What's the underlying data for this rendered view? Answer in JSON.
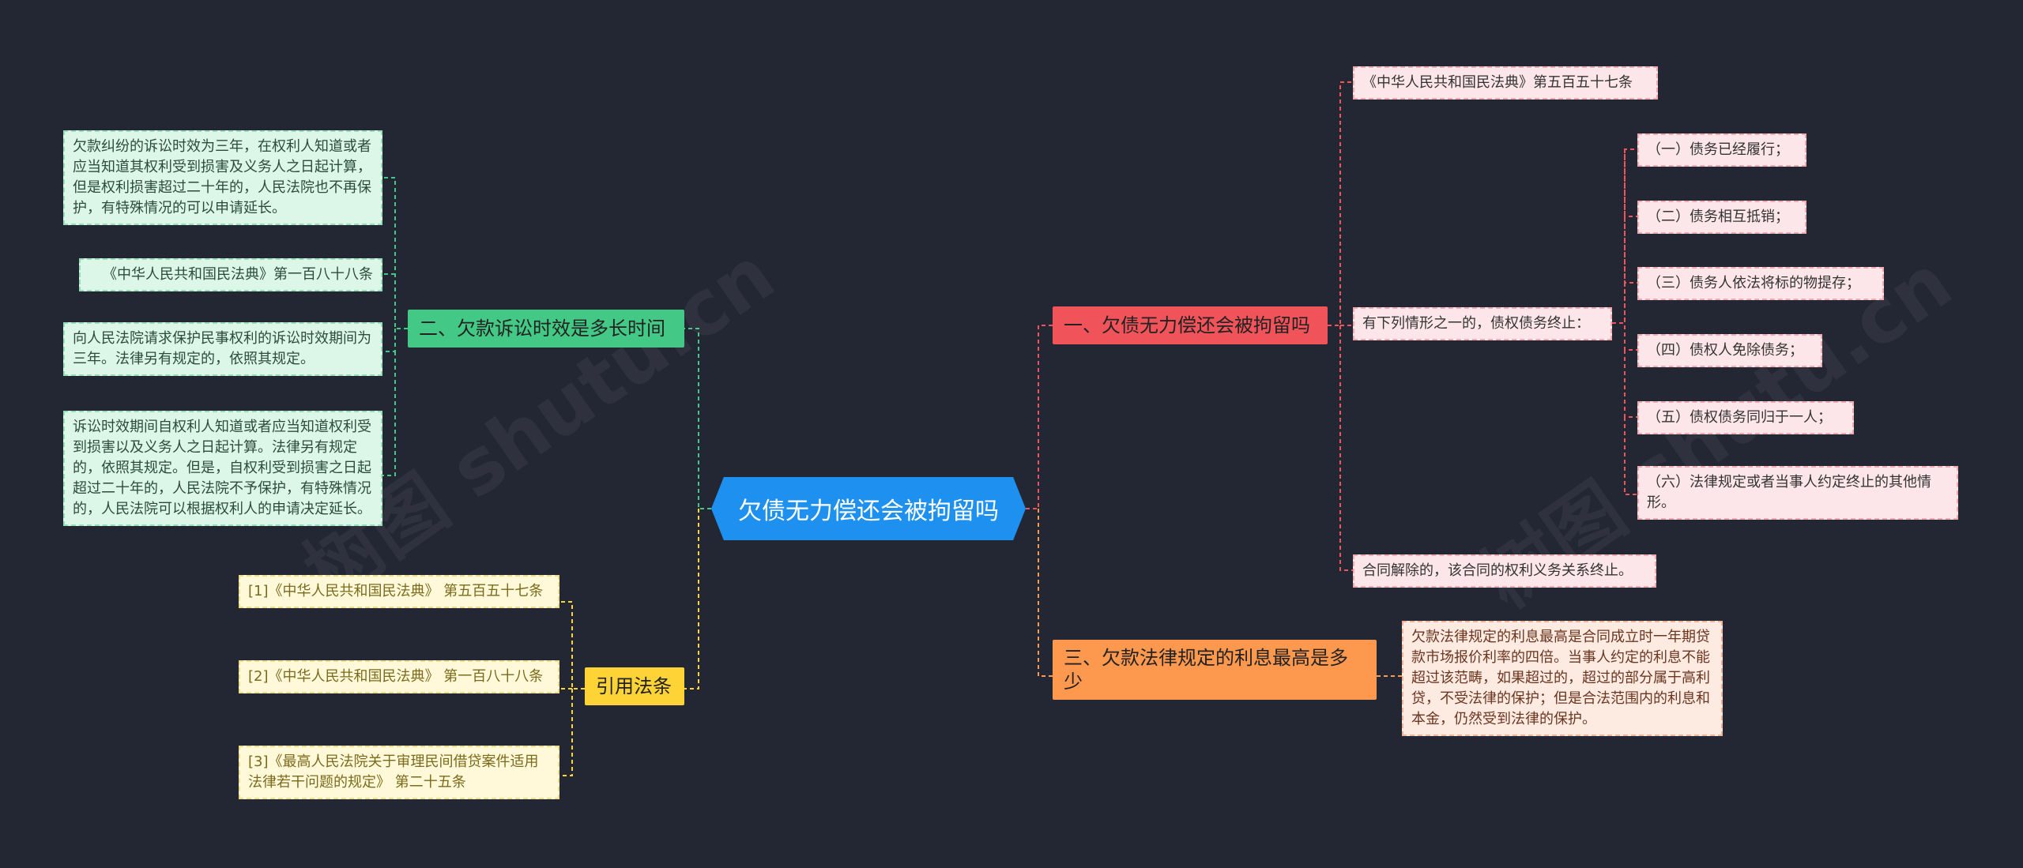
{
  "root": {
    "label": "欠债无力偿还会被拘留吗"
  },
  "branches": {
    "one": {
      "label": "一、欠债无力偿还会被拘留吗",
      "items": [
        "《中华人民共和国民法典》第五百五十七条",
        "有下列情形之一的，债权债务终止：",
        "合同解除的，该合同的权利义务关系终止。"
      ],
      "sub": [
        "（一）债务已经履行；",
        "（二）债务相互抵销；",
        "（三）债务人依法将标的物提存；",
        "（四）债权人免除债务；",
        "（五）债权债务同归于一人；",
        "（六）法律规定或者当事人约定终止的其他情形。"
      ]
    },
    "three": {
      "label": "三、欠款法律规定的利息最高是多少",
      "items": [
        "欠款法律规定的利息最高是合同成立时一年期贷款市场报价利率的四倍。当事人约定的利息不能超过该范畴，如果超过的，超过的部分属于高利贷，不受法律的保护；但是合法范围内的利息和本金，仍然受到法律的保护。"
      ]
    },
    "two": {
      "label": "二、欠款诉讼时效是多长时间",
      "items": [
        "欠款纠纷的诉讼时效为三年，在权利人知道或者应当知道其权利受到损害及义务人之日起计算，但是权利损害超过二十年的，人民法院也不再保护，有特殊情况的可以申请延长。",
        "《中华人民共和国民法典》第一百八十八条",
        "向人民法院请求保护民事权利的诉讼时效期间为三年。法律另有规定的，依照其规定。",
        "诉讼时效期间自权利人知道或者应当知道权利受到损害以及义务人之日起计算。法律另有规定的，依照其规定。但是，自权利受到损害之日起超过二十年的，人民法院不予保护，有特殊情况的，人民法院可以根据权利人的申请决定延长。"
      ]
    },
    "cite": {
      "label": "引用法条",
      "items": [
        "[1]《中华人民共和国民法典》 第五百五十七条",
        "[2]《中华人民共和国民法典》 第一百八十八条",
        "[3]《最高人民法院关于审理民间借贷案件适用法律若干问题的规定》 第二十五条"
      ]
    }
  },
  "colors": {
    "background": "#232733",
    "root": "#1e90ef",
    "branch_one": "#f0545a",
    "branch_three": "#fd984f",
    "branch_two": "#43c985",
    "branch_cite": "#fdd335"
  }
}
